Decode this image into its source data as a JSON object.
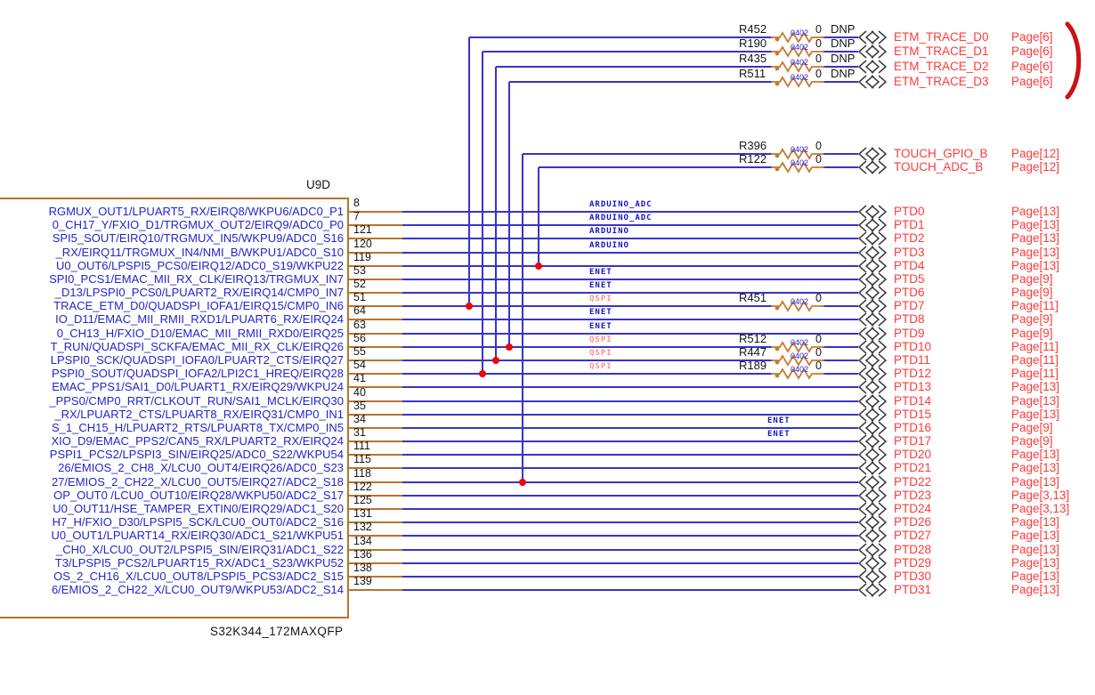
{
  "component": {
    "designator": "U9D",
    "part_number": "S32K344_172MAXQFP"
  },
  "colors": {
    "wire": "#3a33c8",
    "component_outline": "#b8742d",
    "resistor": "#c6792f",
    "net_label": "#fd3a3a",
    "bus_label": "#1414cc",
    "bus_label_qspi": "#f98f8f",
    "pin_name": "#2424cc",
    "size_label": "#2424cc",
    "text": "#151515",
    "junction": "#f50000",
    "bracket": "#cc1212",
    "connector": "#3c3c3c"
  },
  "pins": [
    {
      "number": "8",
      "name": "RGMUX_OUT1/LPUART5_RX/EIRQ8/WKPU6/ADC0_P1",
      "net": "PTD0",
      "page": "Page[13]",
      "bus": "ARDUINO_ADC"
    },
    {
      "number": "7",
      "name": "0_CH17_Y/FXIO_D1/TRGMUX_OUT2/EIRQ9/ADC0_P0",
      "net": "PTD1",
      "page": "Page[13]",
      "bus": "ARDUINO_ADC"
    },
    {
      "number": "121",
      "name": "SPI5_SOUT/EIRQ10/TRGMUX_IN5/WKPU9/ADC0_S16",
      "net": "PTD2",
      "page": "Page[13]",
      "bus": "ARDUINO"
    },
    {
      "number": "120",
      "name": "_RX/EIRQ11/TRGMUX_IN4/NMI_B/WKPU1/ADC0_S10",
      "net": "PTD3",
      "page": "Page[13]",
      "bus": "ARDUINO"
    },
    {
      "number": "119",
      "name": "U0_OUT6/LPSPI5_PCS0/EIRQ12/ADC0_S19/WKPU22",
      "net": "PTD4",
      "page": "Page[13]"
    },
    {
      "number": "53",
      "name": "SPI0_PCS1/EMAC_MII_RX_CLK/EIRQ13/TRGMUX_IN7",
      "net": "PTD5",
      "page": "Page[9]",
      "bus": "ENET"
    },
    {
      "number": "52",
      "name": "_D13/LPSPI0_PCS0/LPUART2_RX/EIRQ14/CMP0_IN7",
      "net": "PTD6",
      "page": "Page[9]",
      "bus": "ENET"
    },
    {
      "number": "51",
      "name": "TRACE_ETM_D0/QUADSPI_IOFA1/EIRQ15/CMP0_IN6",
      "net": "PTD7",
      "page": "Page[11]",
      "bus": "QSPI",
      "bus_color": "pink",
      "series_resistor": {
        "ref": "R451",
        "size": "0402",
        "value": "0"
      }
    },
    {
      "number": "64",
      "name": "IO_D11/EMAC_MII_RMII_RXD1/LPUART6_RX/EIRQ24",
      "net": "PTD8",
      "page": "Page[9]",
      "bus": "ENET"
    },
    {
      "number": "63",
      "name": "0_CH13_H/FXIO_D10/EMAC_MII_RMII_RXD0/EIRQ25",
      "net": "PTD9",
      "page": "Page[9]",
      "bus": "ENET"
    },
    {
      "number": "56",
      "name": "T_RUN/QUADSPI_SCKFA/EMAC_MII_RX_CLK/EIRQ26",
      "net": "PTD10",
      "page": "Page[11]",
      "bus": "QSPI",
      "bus_color": "pink",
      "series_resistor": {
        "ref": "R512",
        "size": "0402",
        "value": "0"
      }
    },
    {
      "number": "55",
      "name": "LPSPI0_SCK/QUADSPI_IOFA0/LPUART2_CTS/EIRQ27",
      "net": "PTD11",
      "page": "Page[11]",
      "bus": "QSPI",
      "bus_color": "pink",
      "series_resistor": {
        "ref": "R447",
        "size": "0402",
        "value": "0"
      }
    },
    {
      "number": "54",
      "name": "PSPI0_SOUT/QUADSPI_IOFA2/LPI2C1_HREQ/EIRQ28",
      "net": "PTD12",
      "page": "Page[11]",
      "bus": "QSPI",
      "bus_color": "pink",
      "series_resistor": {
        "ref": "R189",
        "size": "0402",
        "value": "0"
      }
    },
    {
      "number": "41",
      "name": "EMAC_PPS1/SAI1_D0/LPUART1_RX/EIRQ29/WKPU24",
      "net": "PTD13",
      "page": "Page[13]"
    },
    {
      "number": "40",
      "name": "_PPS0/CMP0_RRT/CLKOUT_RUN/SAI1_MCLK/EIRQ30",
      "net": "PTD14",
      "page": "Page[13]"
    },
    {
      "number": "35",
      "name": "_RX/LPUART2_CTS/LPUART8_RX/EIRQ31/CMP0_IN1",
      "net": "PTD15",
      "page": "Page[13]"
    },
    {
      "number": "34",
      "name": "S_1_CH15_H/LPUART2_RTS/LPUART8_TX/CMP0_IN5",
      "net": "PTD16",
      "page": "Page[9]",
      "bus": "ENET",
      "bus_far": true
    },
    {
      "number": "31",
      "name": "XIO_D9/EMAC_PPS2/CAN5_RX/LPUART2_RX/EIRQ24",
      "net": "PTD17",
      "page": "Page[9]",
      "bus": "ENET",
      "bus_far": true
    },
    {
      "number": "111",
      "name": "PSPI1_PCS2/LPSPI3_SIN/EIRQ25/ADC0_S22/WKPU54",
      "net": "PTD20",
      "page": "Page[13]"
    },
    {
      "number": "115",
      "name": "26/EMIOS_2_CH8_X/LCU0_OUT4/EIRQ26/ADC0_S23",
      "net": "PTD21",
      "page": "Page[13]"
    },
    {
      "number": "118",
      "name": "27/EMIOS_2_CH22_X/LCU0_OUT5/EIRQ27/ADC2_S18",
      "net": "PTD22",
      "page": "Page[13]"
    },
    {
      "number": "122",
      "name": "OP_OUT0 /LCU0_OUT10/EIRQ28/WKPU50/ADC2_S17",
      "net": "PTD23",
      "page": "Page[3,13]"
    },
    {
      "number": "125",
      "name": "U0_OUT11/HSE_TAMPER_EXTIN0/EIRQ29/ADC1_S20",
      "net": "PTD24",
      "page": "Page[3,13]"
    },
    {
      "number": "131",
      "name": "H7_H/FXIO_D30/LPSPI5_SCK/LCU0_OUT0/ADC2_S16",
      "net": "PTD26",
      "page": "Page[13]"
    },
    {
      "number": "132",
      "name": "U0_OUT1/LPUART14_RX/EIRQ30/ADC1_S21/WKPU51",
      "net": "PTD27",
      "page": "Page[13]"
    },
    {
      "number": "134",
      "name": "_CH0_X/LCU0_OUT2/LPSPI5_SIN/EIRQ31/ADC1_S22",
      "net": "PTD28",
      "page": "Page[13]"
    },
    {
      "number": "136",
      "name": "T3/LPSPI5_PCS2/LPUART15_RX/ADC1_S23/WKPU52",
      "net": "PTD29",
      "page": "Page[13]"
    },
    {
      "number": "138",
      "name": "OS_2_CH16_X/LCU0_OUT8/LPSPI5_PCS3/ADC2_S15",
      "net": "PTD30",
      "page": "Page[13]"
    },
    {
      "number": "139",
      "name": "6/EMIOS_2_CH22_X/LCU0_OUT9/WKPU53/ADC2_S14",
      "net": "PTD31",
      "page": "Page[13]"
    }
  ],
  "branch_resistors": [
    {
      "ref": "R452",
      "size": "0402",
      "value": "0",
      "dnp": "DNP",
      "net": "ETM_TRACE_D0",
      "page": "Page[6]",
      "connects_to_pin": "51"
    },
    {
      "ref": "R190",
      "size": "0402",
      "value": "0",
      "dnp": "DNP",
      "net": "ETM_TRACE_D1",
      "page": "Page[6]",
      "connects_to_pin": "54"
    },
    {
      "ref": "R435",
      "size": "0402",
      "value": "0",
      "dnp": "DNP",
      "net": "ETM_TRACE_D2",
      "page": "Page[6]",
      "connects_to_pin": "55"
    },
    {
      "ref": "R511",
      "size": "0402",
      "value": "0",
      "dnp": "DNP",
      "net": "ETM_TRACE_D3",
      "page": "Page[6]",
      "connects_to_pin": "56"
    },
    {
      "ref": "R396",
      "size": "0402",
      "value": "0",
      "dnp": "",
      "net": "TOUCH_GPIO_B",
      "page": "Page[12]",
      "connects_to_pin": "118"
    },
    {
      "ref": "R122",
      "size": "0402",
      "value": "0",
      "dnp": "",
      "net": "TOUCH_ADC_B",
      "page": "Page[12]",
      "connects_to_pin": "119"
    }
  ]
}
